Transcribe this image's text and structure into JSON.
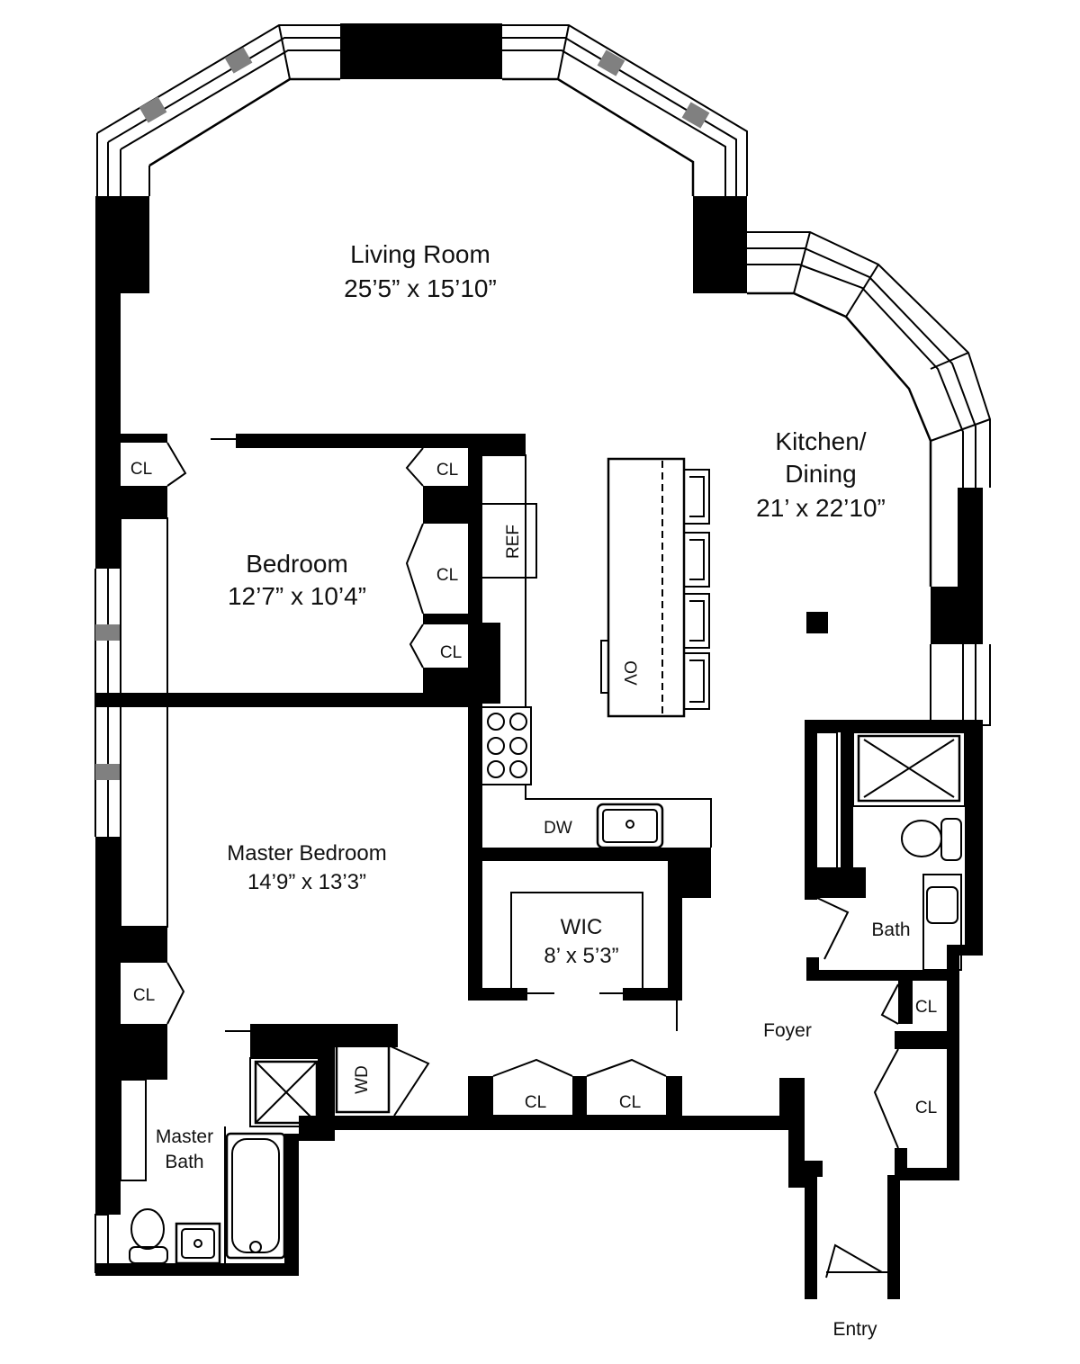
{
  "rooms": {
    "living": {
      "name": "Living Room",
      "dims": "25’5” x 15’10”"
    },
    "kitchen": {
      "name_line1": "Kitchen/",
      "name_line2": "Dining",
      "dims": "21’ x 22’10”"
    },
    "bedroom": {
      "name": "Bedroom",
      "dims": "12’7” x 10’4”"
    },
    "master_bedroom": {
      "name": "Master Bedroom",
      "dims": "14’9” x 13’3”"
    },
    "wic": {
      "name": "WIC",
      "dims": "8’ x 5’3”"
    },
    "bath": {
      "name": "Bath"
    },
    "master_bath": {
      "name_line1": "Master",
      "name_line2": "Bath"
    },
    "foyer": {
      "name": "Foyer"
    },
    "entry": {
      "name": "Entry"
    }
  },
  "fixtures": {
    "closet": "CL",
    "refrigerator": "REF",
    "dishwasher": "DW",
    "oven": "OV",
    "washer_dryer": "WD"
  },
  "colors": {
    "wall": "#000000",
    "mullion": "#808080",
    "background": "#ffffff"
  }
}
